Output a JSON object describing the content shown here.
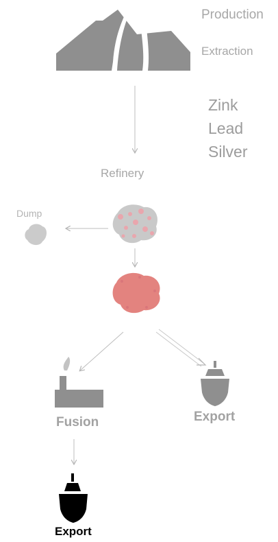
{
  "labels": {
    "production": "Production",
    "extraction": "Extraction",
    "metals": [
      "Zink",
      "Lead",
      "Silver"
    ],
    "refinery": "Refinery",
    "dump": "Dump",
    "fusion": "Fusion",
    "export_right": "Export",
    "export_bottom": "Export"
  },
  "colors": {
    "mountain": "#8f8f8f",
    "ore_base": "#c9c9c9",
    "ore_specks": "#e9a6ad",
    "concentrate": "#e3837f",
    "arrow": "#bcbcbc",
    "grey_text": "#a7a7a7",
    "ship_grey": "#8f8f8f",
    "ship_black": "#000000"
  },
  "icons": [
    "mountain-icon",
    "ore-cluster-icon",
    "waste-pile-icon",
    "concentrate-icon",
    "smelter-icon",
    "ship-icon"
  ]
}
